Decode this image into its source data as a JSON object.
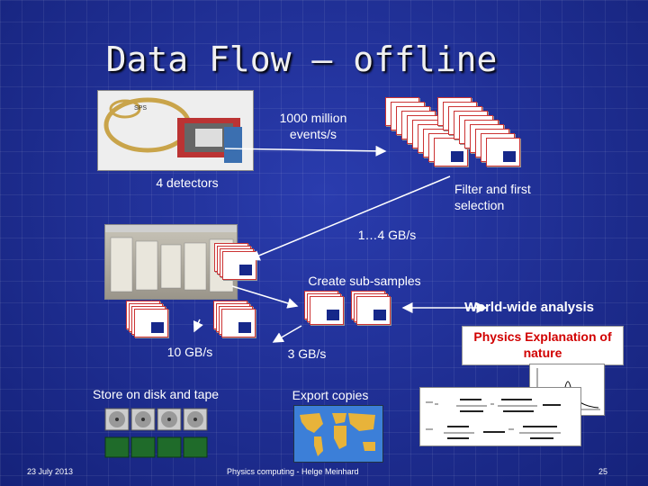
{
  "slide": {
    "title": "Data Flow – offline",
    "accelerator_label": "SPS",
    "events_rate": "1000 million events/s",
    "detectors": "4 detectors",
    "filter": "Filter and first selection",
    "rate_1": "1…4 GB/s",
    "subsamples": "Create sub-samples",
    "worldwide": "World-wide analysis",
    "physics": "Physics Explanation of nature",
    "rate_10": "10 GB/s",
    "rate_3": "3 GB/s",
    "store": "Store on disk and tape",
    "export": "Export copies",
    "footer_date": "23 July 2013",
    "footer_center": "Physics computing - Helge Meinhard",
    "footer_page": "25"
  },
  "colors": {
    "background": "#1a2a8e",
    "physics_text": "#d10000"
  },
  "icons": [
    "event-icon",
    "disk-icon",
    "tape-icon",
    "world-map-icon",
    "formula-icon",
    "plot-icon"
  ]
}
